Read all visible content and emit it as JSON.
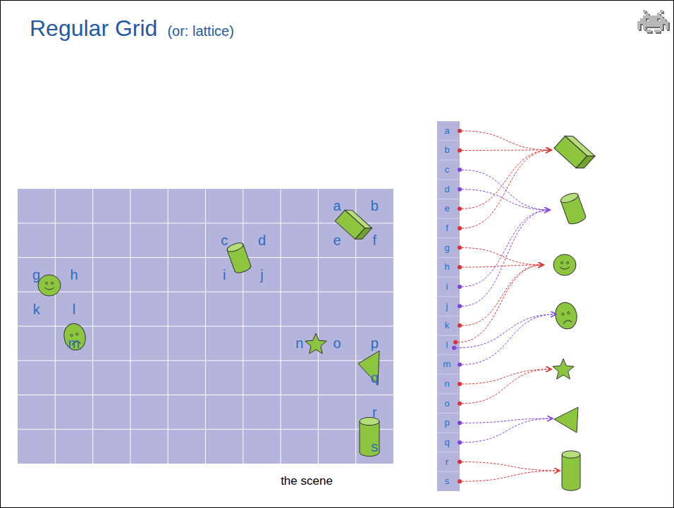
{
  "diagram": {
    "title": "Regular Grid",
    "labels": [
      "(or: lattice)",
      "a",
      "b",
      "c",
      "d",
      "e",
      "f",
      "g",
      "h",
      "i",
      "j",
      "k",
      "l",
      "m",
      "n",
      "o",
      "p",
      "q",
      "r",
      "s",
      "the scene",
      "a",
      "b",
      "c",
      "d",
      "e",
      "f",
      "g",
      "h",
      "i",
      "j",
      "k",
      "l",
      "m",
      "n",
      "o",
      "p",
      "q",
      "r",
      "s"
    ]
  }
}
